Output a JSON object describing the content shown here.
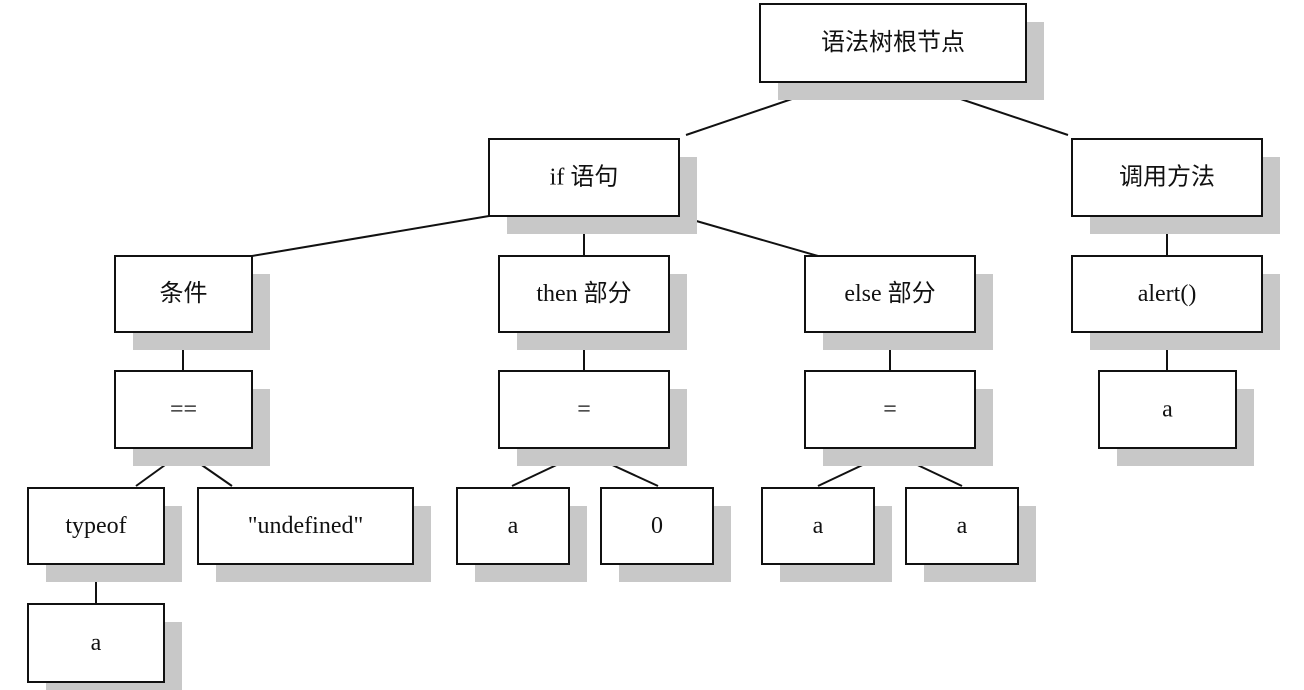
{
  "diagram": {
    "colors": {
      "line": "#111111",
      "box_fill": "#ffffff",
      "shadow": "#c8c8c8",
      "text": "#111111"
    },
    "nodes": [
      {
        "id": "root",
        "label": "语法树根节点"
      },
      {
        "id": "if",
        "label": "if 语句"
      },
      {
        "id": "call",
        "label": "调用方法"
      },
      {
        "id": "cond",
        "label": "条件"
      },
      {
        "id": "then",
        "label": "then 部分"
      },
      {
        "id": "else",
        "label": "else 部分"
      },
      {
        "id": "alert",
        "label": "alert()"
      },
      {
        "id": "eq",
        "label": "=="
      },
      {
        "id": "assign1",
        "label": "="
      },
      {
        "id": "assign2",
        "label": "="
      },
      {
        "id": "alert_a",
        "label": "a"
      },
      {
        "id": "typeof",
        "label": "typeof"
      },
      {
        "id": "undef",
        "label": "\"undefined\""
      },
      {
        "id": "then_a",
        "label": "a"
      },
      {
        "id": "then_0",
        "label": "0"
      },
      {
        "id": "else_a1",
        "label": "a"
      },
      {
        "id": "else_a2",
        "label": "a"
      },
      {
        "id": "typeof_a",
        "label": "a"
      }
    ],
    "edges": [
      [
        "root",
        "if"
      ],
      [
        "root",
        "call"
      ],
      [
        "if",
        "cond"
      ],
      [
        "if",
        "then"
      ],
      [
        "if",
        "else"
      ],
      [
        "call",
        "alert"
      ],
      [
        "alert",
        "alert_a"
      ],
      [
        "cond",
        "eq"
      ],
      [
        "then",
        "assign1"
      ],
      [
        "else",
        "assign2"
      ],
      [
        "eq",
        "typeof"
      ],
      [
        "eq",
        "undef"
      ],
      [
        "assign1",
        "then_a"
      ],
      [
        "assign1",
        "then_0"
      ],
      [
        "assign2",
        "else_a1"
      ],
      [
        "assign2",
        "else_a2"
      ],
      [
        "typeof",
        "typeof_a"
      ]
    ]
  }
}
